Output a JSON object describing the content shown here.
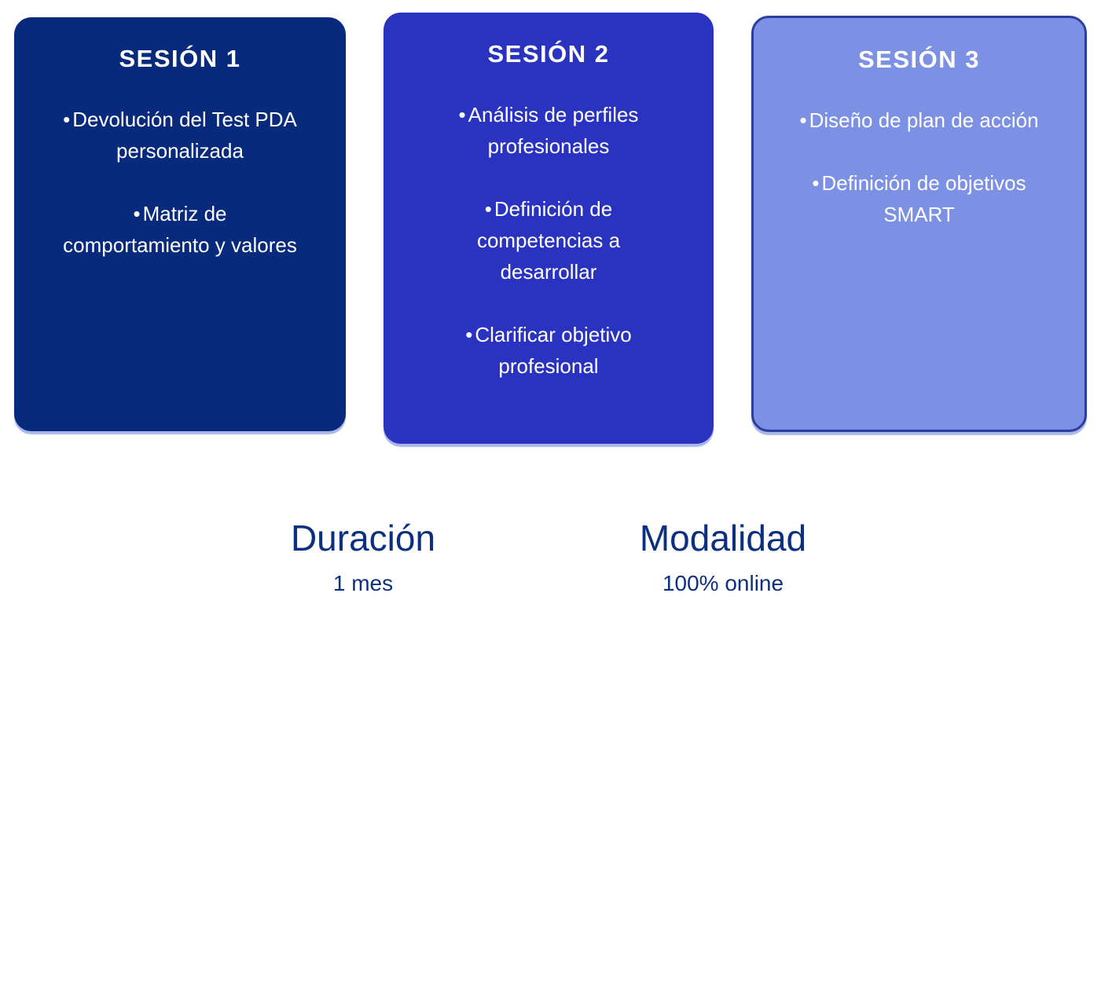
{
  "bullet_char": "•",
  "cards": [
    {
      "title": "SESIÓN 1",
      "bg": "#072a7c",
      "text_color": "#ffffff",
      "bullets": [
        "Devolución del Test PDA personalizada",
        "Matriz de comportamiento y valores"
      ]
    },
    {
      "title": "SESIÓN 2",
      "bg": "#2a33bf",
      "text_color": "#ffffff",
      "bullets": [
        "Análisis de perfiles profesionales",
        "Definición de competencias a desarrollar",
        "Clarificar objetivo profesional"
      ]
    },
    {
      "title": "SESIÓN 3",
      "bg": "#7c90e4",
      "border_color": "#2c3e9f",
      "text_color": "#ffffff",
      "bullets": [
        "Diseño de plan de acción",
        "Definición de objetivos SMART"
      ]
    }
  ],
  "info": {
    "duration": {
      "label": "Duración",
      "value": "1 mes"
    },
    "modality": {
      "label": "Modalidad",
      "value": "100% online"
    }
  },
  "colors": {
    "heading_text": "#0d2f80",
    "card_shadow": "#a9b6e8",
    "page_background": "#ffffff"
  }
}
